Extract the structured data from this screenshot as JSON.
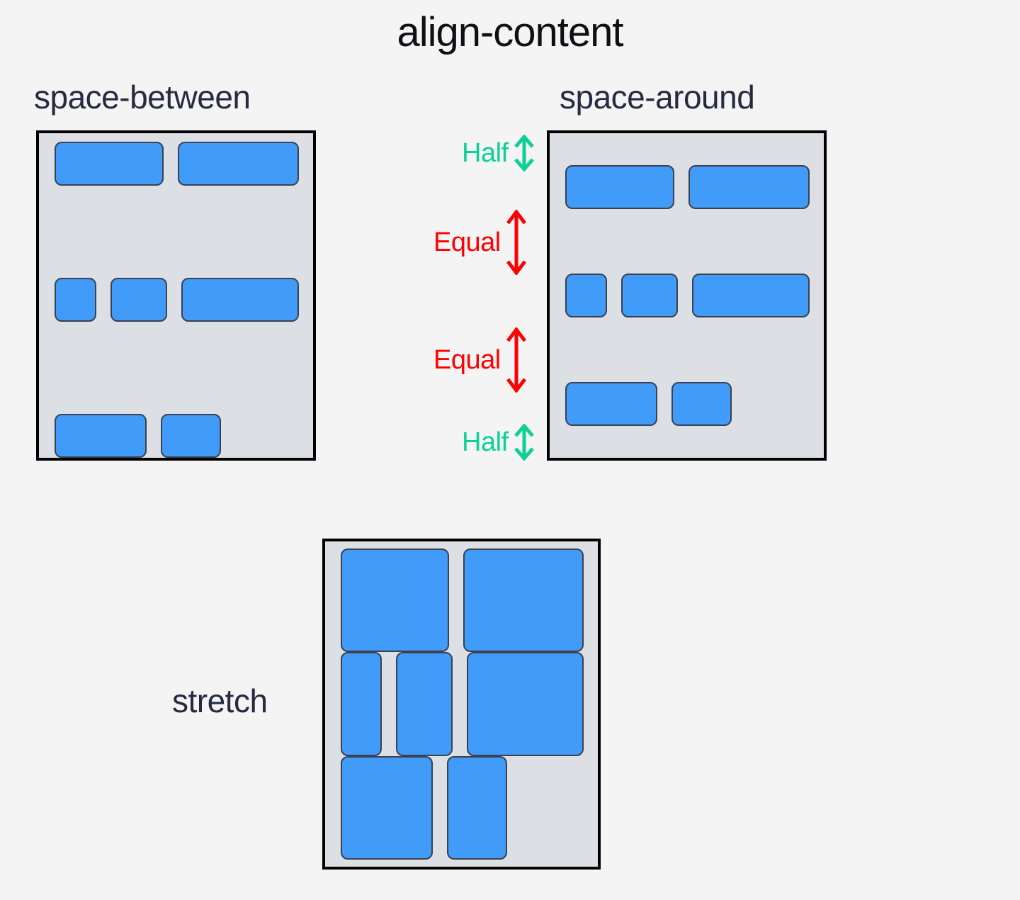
{
  "title": "align-content",
  "colors": {
    "background": "#f4f4f5",
    "container_fill": "#dcdfe3",
    "container_border": "#000000",
    "item_fill": "#419bf9",
    "item_border": "#3c4050",
    "label_text": "#272b41",
    "title_text": "#101014",
    "accent_green": "#0ecf94",
    "accent_red": "#ff0000"
  },
  "sections": [
    {
      "id": "space-between",
      "label": "space-between",
      "align_content": "space-between",
      "rows": [
        {
          "items": [
            {
              "size": "w-xl"
            },
            {
              "size": "w-xxl"
            }
          ]
        },
        {
          "items": [
            {
              "size": "w-sm"
            },
            {
              "size": "w-md"
            },
            {
              "size": "w-xl"
            }
          ]
        },
        {
          "items": [
            {
              "size": "w-lg"
            },
            {
              "size": "w-md"
            }
          ]
        }
      ]
    },
    {
      "id": "space-around",
      "label": "space-around",
      "align_content": "space-around",
      "rows": [
        {
          "items": [
            {
              "size": "w-xl"
            },
            {
              "size": "w-xxl"
            }
          ]
        },
        {
          "items": [
            {
              "size": "w-sm"
            },
            {
              "size": "w-md"
            },
            {
              "size": "w-xl"
            }
          ]
        },
        {
          "items": [
            {
              "size": "w-lg"
            },
            {
              "size": "w-md"
            }
          ]
        }
      ]
    },
    {
      "id": "stretch",
      "label": "stretch",
      "align_content": "stretch",
      "rows": [
        {
          "items": [
            {
              "size": "w-xl"
            },
            {
              "size": "w-xxl"
            }
          ]
        },
        {
          "items": [
            {
              "size": "w-sm"
            },
            {
              "size": "w-md"
            },
            {
              "size": "w-xl"
            }
          ]
        },
        {
          "items": [
            {
              "size": "w-lg"
            },
            {
              "size": "w-md"
            }
          ]
        }
      ]
    }
  ],
  "annotations": [
    {
      "id": "half-top",
      "text": "Half",
      "color": "green",
      "arrow": "double-arrow-vertical-icon"
    },
    {
      "id": "equal-upper",
      "text": "Equal",
      "color": "red",
      "arrow": "double-arrow-vertical-icon"
    },
    {
      "id": "equal-lower",
      "text": "Equal",
      "color": "red",
      "arrow": "double-arrow-vertical-icon"
    },
    {
      "id": "half-bottom",
      "text": "Half",
      "color": "green",
      "arrow": "double-arrow-vertical-icon"
    }
  ]
}
